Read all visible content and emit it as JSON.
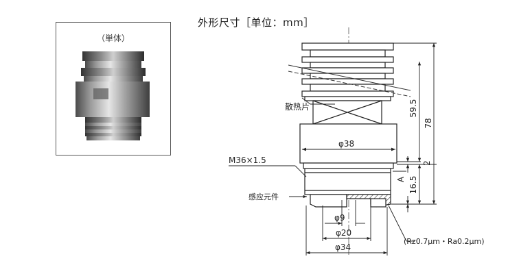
{
  "photo": {
    "caption": "（単体）"
  },
  "title": "外形尺寸［单位：mm］",
  "labels": {
    "heat_sink": "散热片",
    "thread": "M36×1.5",
    "sensor": "感应元件",
    "surface_finish": "(Rz0.7μm・Ra0.2μm)"
  },
  "dimensions": {
    "d38": "φ38",
    "d9": "φ9",
    "d20": "φ20",
    "d34": "φ34",
    "h59_5": "59.5",
    "h78": "78",
    "h2": "2",
    "a": "A",
    "h16_5": "16.5"
  }
}
